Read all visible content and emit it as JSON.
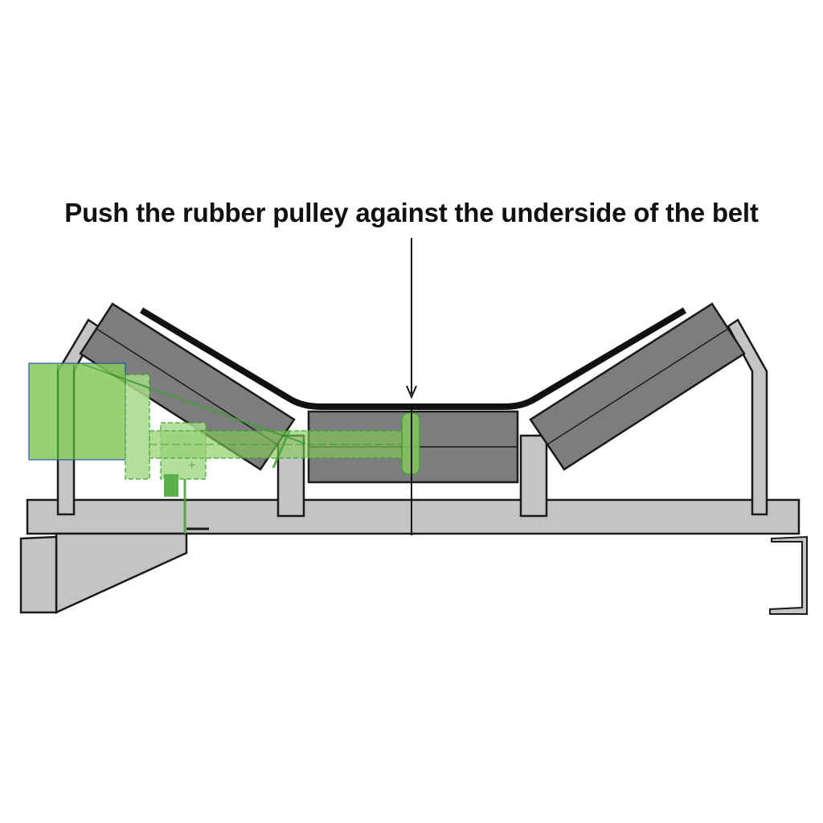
{
  "caption": "Push the rubber pulley against the underside of the belt",
  "colors": {
    "roller_fill": "#7d7d7f",
    "frame_fill": "#c4c4c6",
    "belt": "#111111",
    "outline": "#1a1a1a",
    "device_green": "#86c95a",
    "device_green_light": "#a8d98a",
    "device_green_dark": "#3da32a",
    "background": "#ffffff"
  },
  "components": {
    "belt": "conveyor-belt",
    "left_wing_roller": "left-wing-idler-roller",
    "center_roller": "center-idler-roller",
    "right_wing_roller": "right-wing-idler-roller",
    "frame": "idler-frame-crossbar",
    "left_bracket": "left-mounting-bracket",
    "right_bracket": "right-channel-bracket",
    "cleaner": "rubber-pulley-belt-cleaner-device",
    "pointer": "arrow-to-contact-point"
  }
}
